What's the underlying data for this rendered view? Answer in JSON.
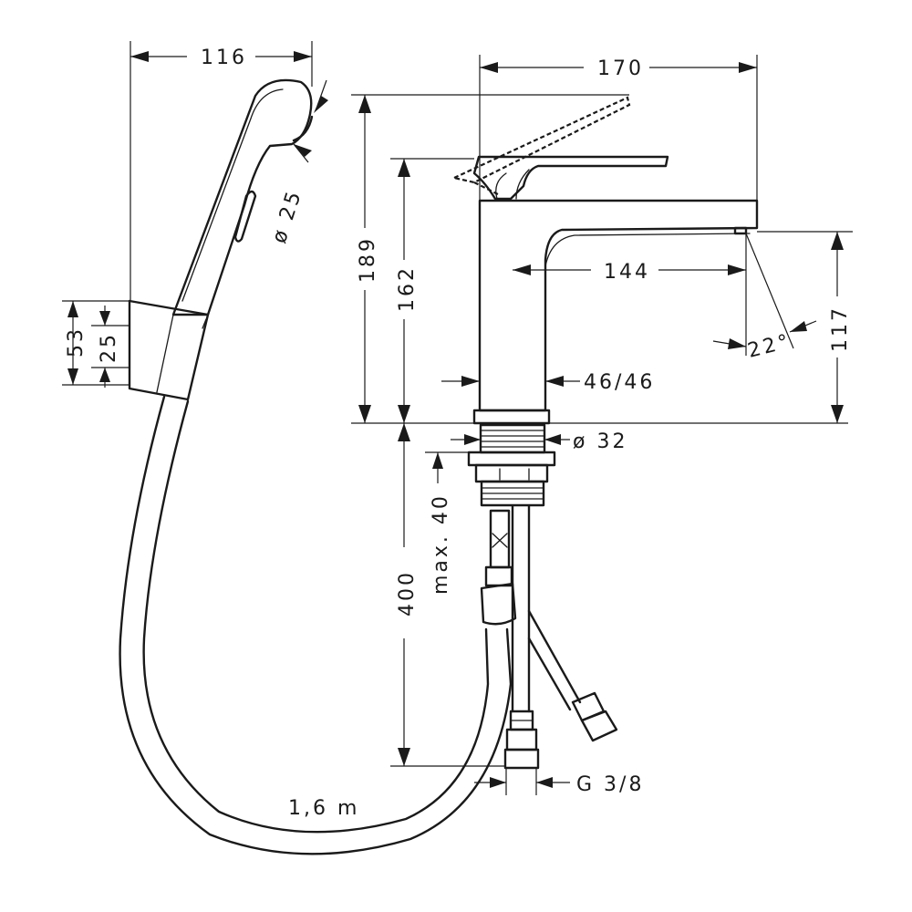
{
  "dimensions": {
    "handshower_width": "116",
    "spray_diameter": "ø 25",
    "holder_height": "53",
    "holder_inner": "25",
    "spout_height_total": "189",
    "spout_height": "162",
    "overall_length": "170",
    "spout_reach": "144",
    "outlet_height": "117",
    "spray_angle": "22°",
    "body_size": "46/46",
    "shank_diameter": "ø 32",
    "max_thickness": "max. 40",
    "hose_depth": "400",
    "connection_thread": "G 3/8",
    "hose_length": "1,6 m"
  }
}
